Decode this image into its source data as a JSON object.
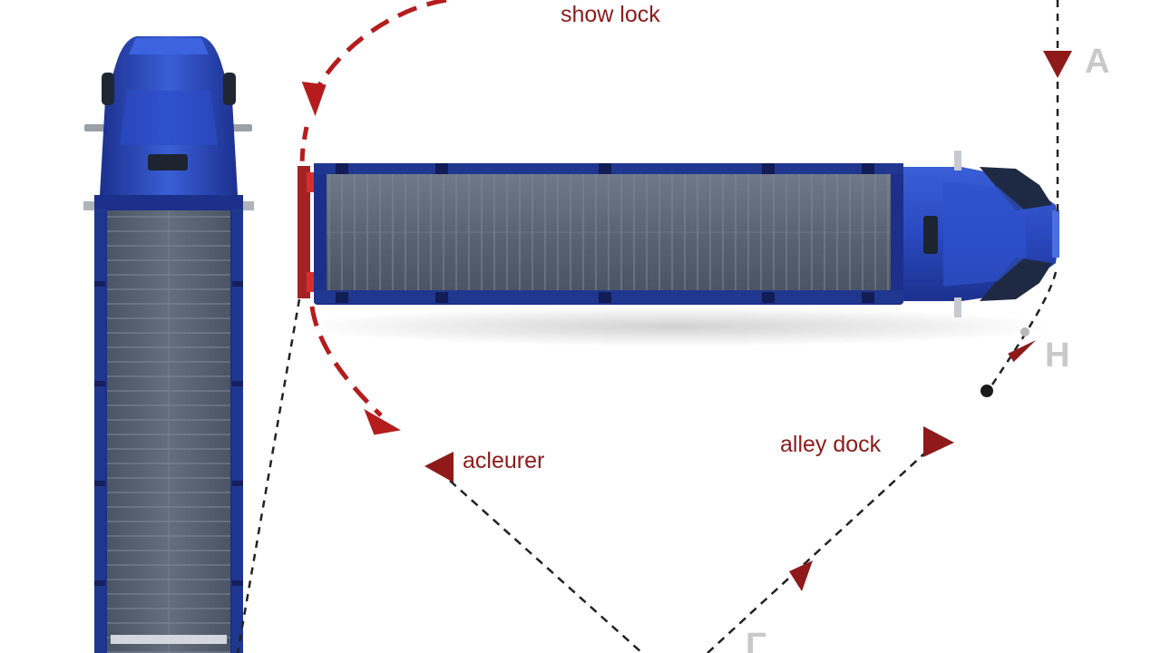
{
  "labels": {
    "show_lock": "show lock",
    "acleurer": "acleurer",
    "alley_dock": "alley dock",
    "point_a": "A",
    "point_h": "H",
    "point_gamma": "Γ"
  },
  "colors": {
    "truck_blue": "#2543b0",
    "truck_dark": "#14227a",
    "deck_grey": "#5d6878",
    "path_red": "#b51c1c",
    "path_black": "#222222",
    "text_red": "#8e1a1a"
  }
}
